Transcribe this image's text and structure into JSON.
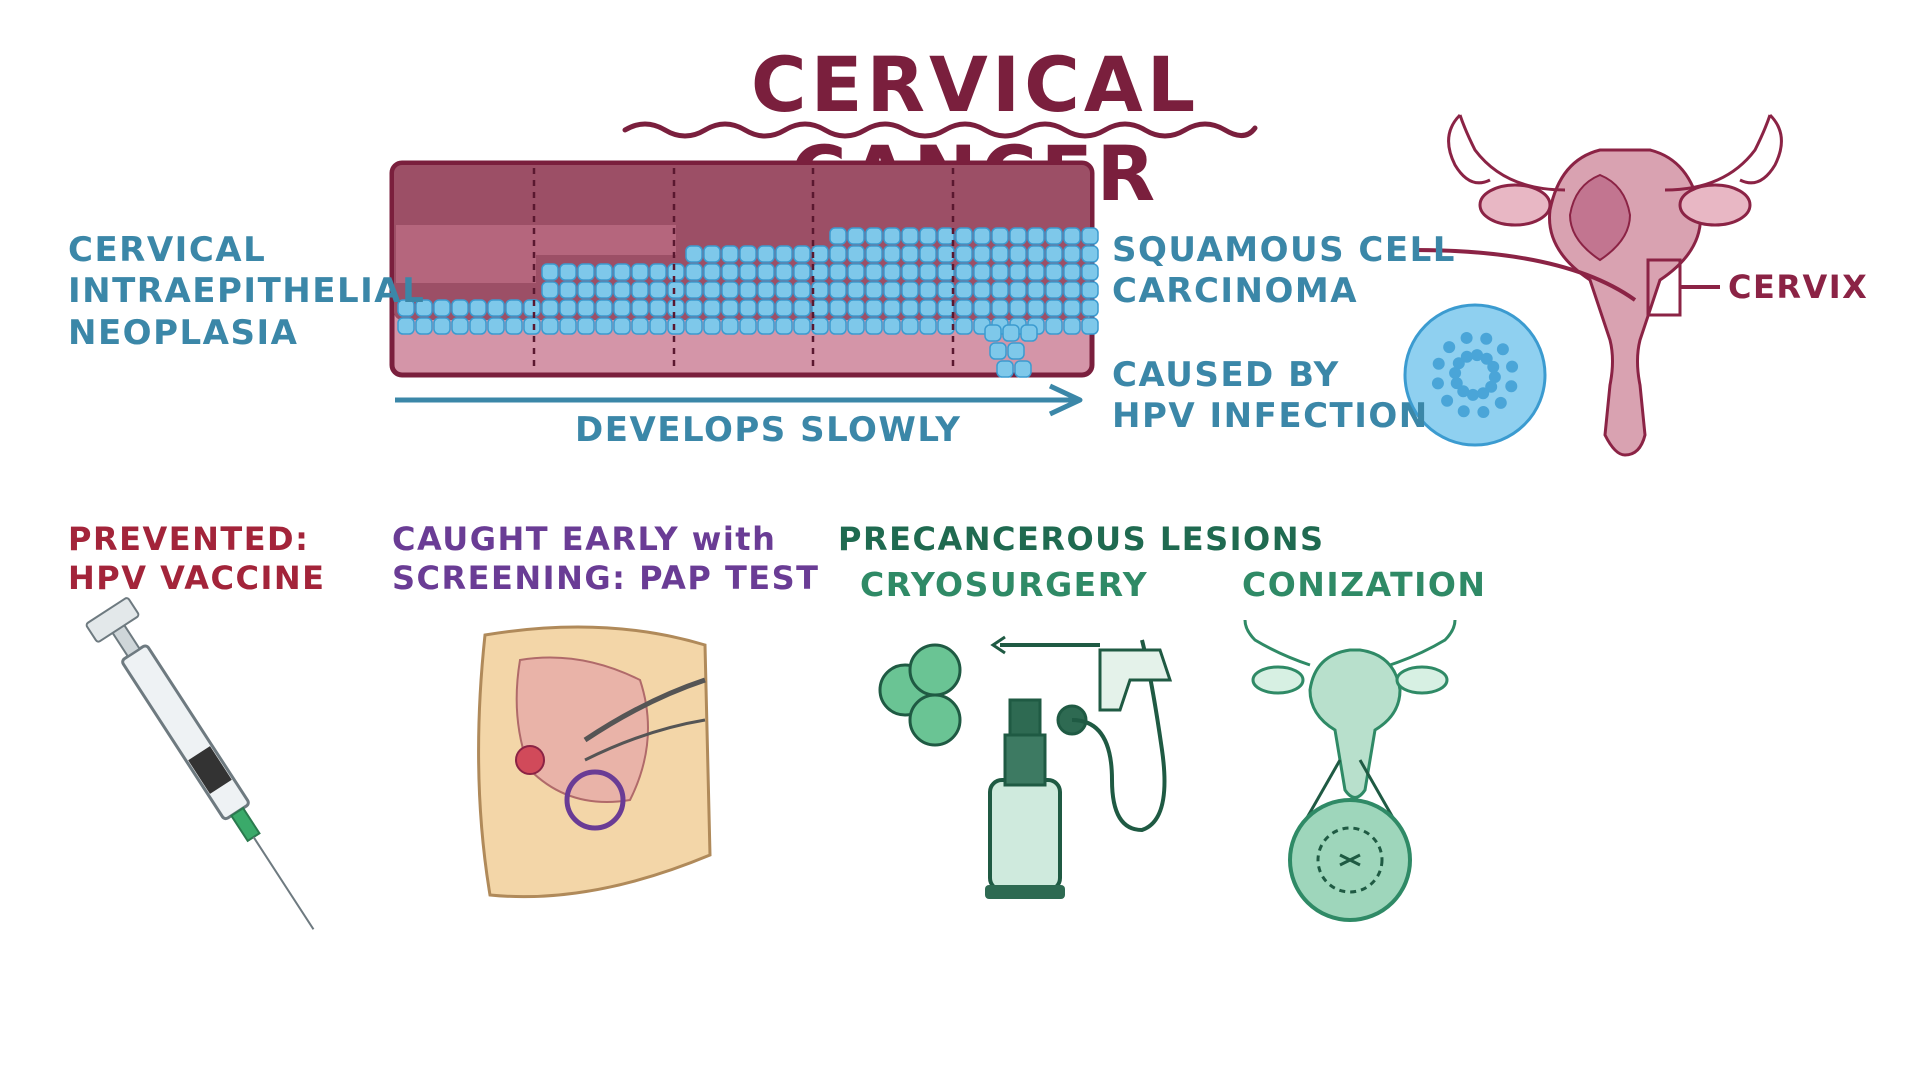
{
  "title": "CERVICAL CANCER",
  "labels": {
    "cin_line1": "CERVICAL",
    "cin_line2": "INTRAEPITHELIAL",
    "cin_line3": "NEOPLASIA",
    "develops": "DEVELOPS SLOWLY",
    "scc_line1": "SQUAMOUS CELL",
    "scc_line2": "CARCINOMA",
    "hpv_line1": "CAUSED BY",
    "hpv_line2": "HPV INFECTION",
    "cervix": "CERVIX",
    "prevented_line1": "PREVENTED:",
    "prevented_line2": "HPV VACCINE",
    "caught_line1": "CAUGHT EARLY with",
    "caught_line2": "SCREENING: PAP TEST",
    "precancerous": "PRECANCEROUS LESIONS",
    "cryosurgery": "CRYOSURGERY",
    "conization": "CONIZATION"
  },
  "colors": {
    "title": "#7a1f3d",
    "blue_text": "#3b87a8",
    "prevented": "#a3243a",
    "screening": "#6a3c95",
    "precancerous": "#1f6a50",
    "procedure": "#2f8a66",
    "cervix": "#8b2345",
    "tissue_top": "#9c4f66",
    "tissue_bottom": "#d495a8",
    "cell_blue": "#7ec8ea"
  },
  "icons": [
    "syringe-icon",
    "pelvic-exam-icon",
    "cryo-tank-icon",
    "uterus-icon",
    "hpv-virus-icon",
    "cone-icon"
  ]
}
